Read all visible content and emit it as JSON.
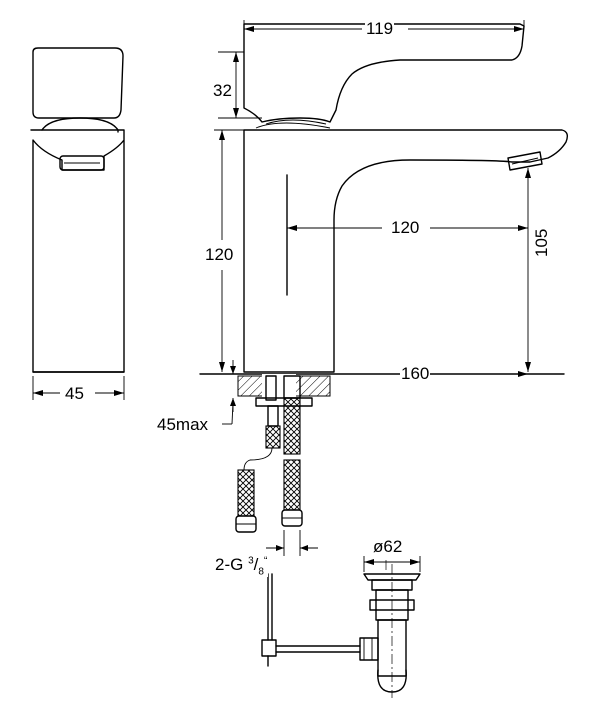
{
  "dimensions": {
    "lever_length": "119",
    "lever_height": "32",
    "body_height": "120",
    "spout_reach": "120",
    "spout_height": "105",
    "total_depth": "160",
    "side_width": "45",
    "deck_thickness": "45max",
    "connection_prefix": "2-G",
    "connection_num": "3",
    "connection_den": "8",
    "connection_mark": "“",
    "waste_diameter": "ø62"
  }
}
